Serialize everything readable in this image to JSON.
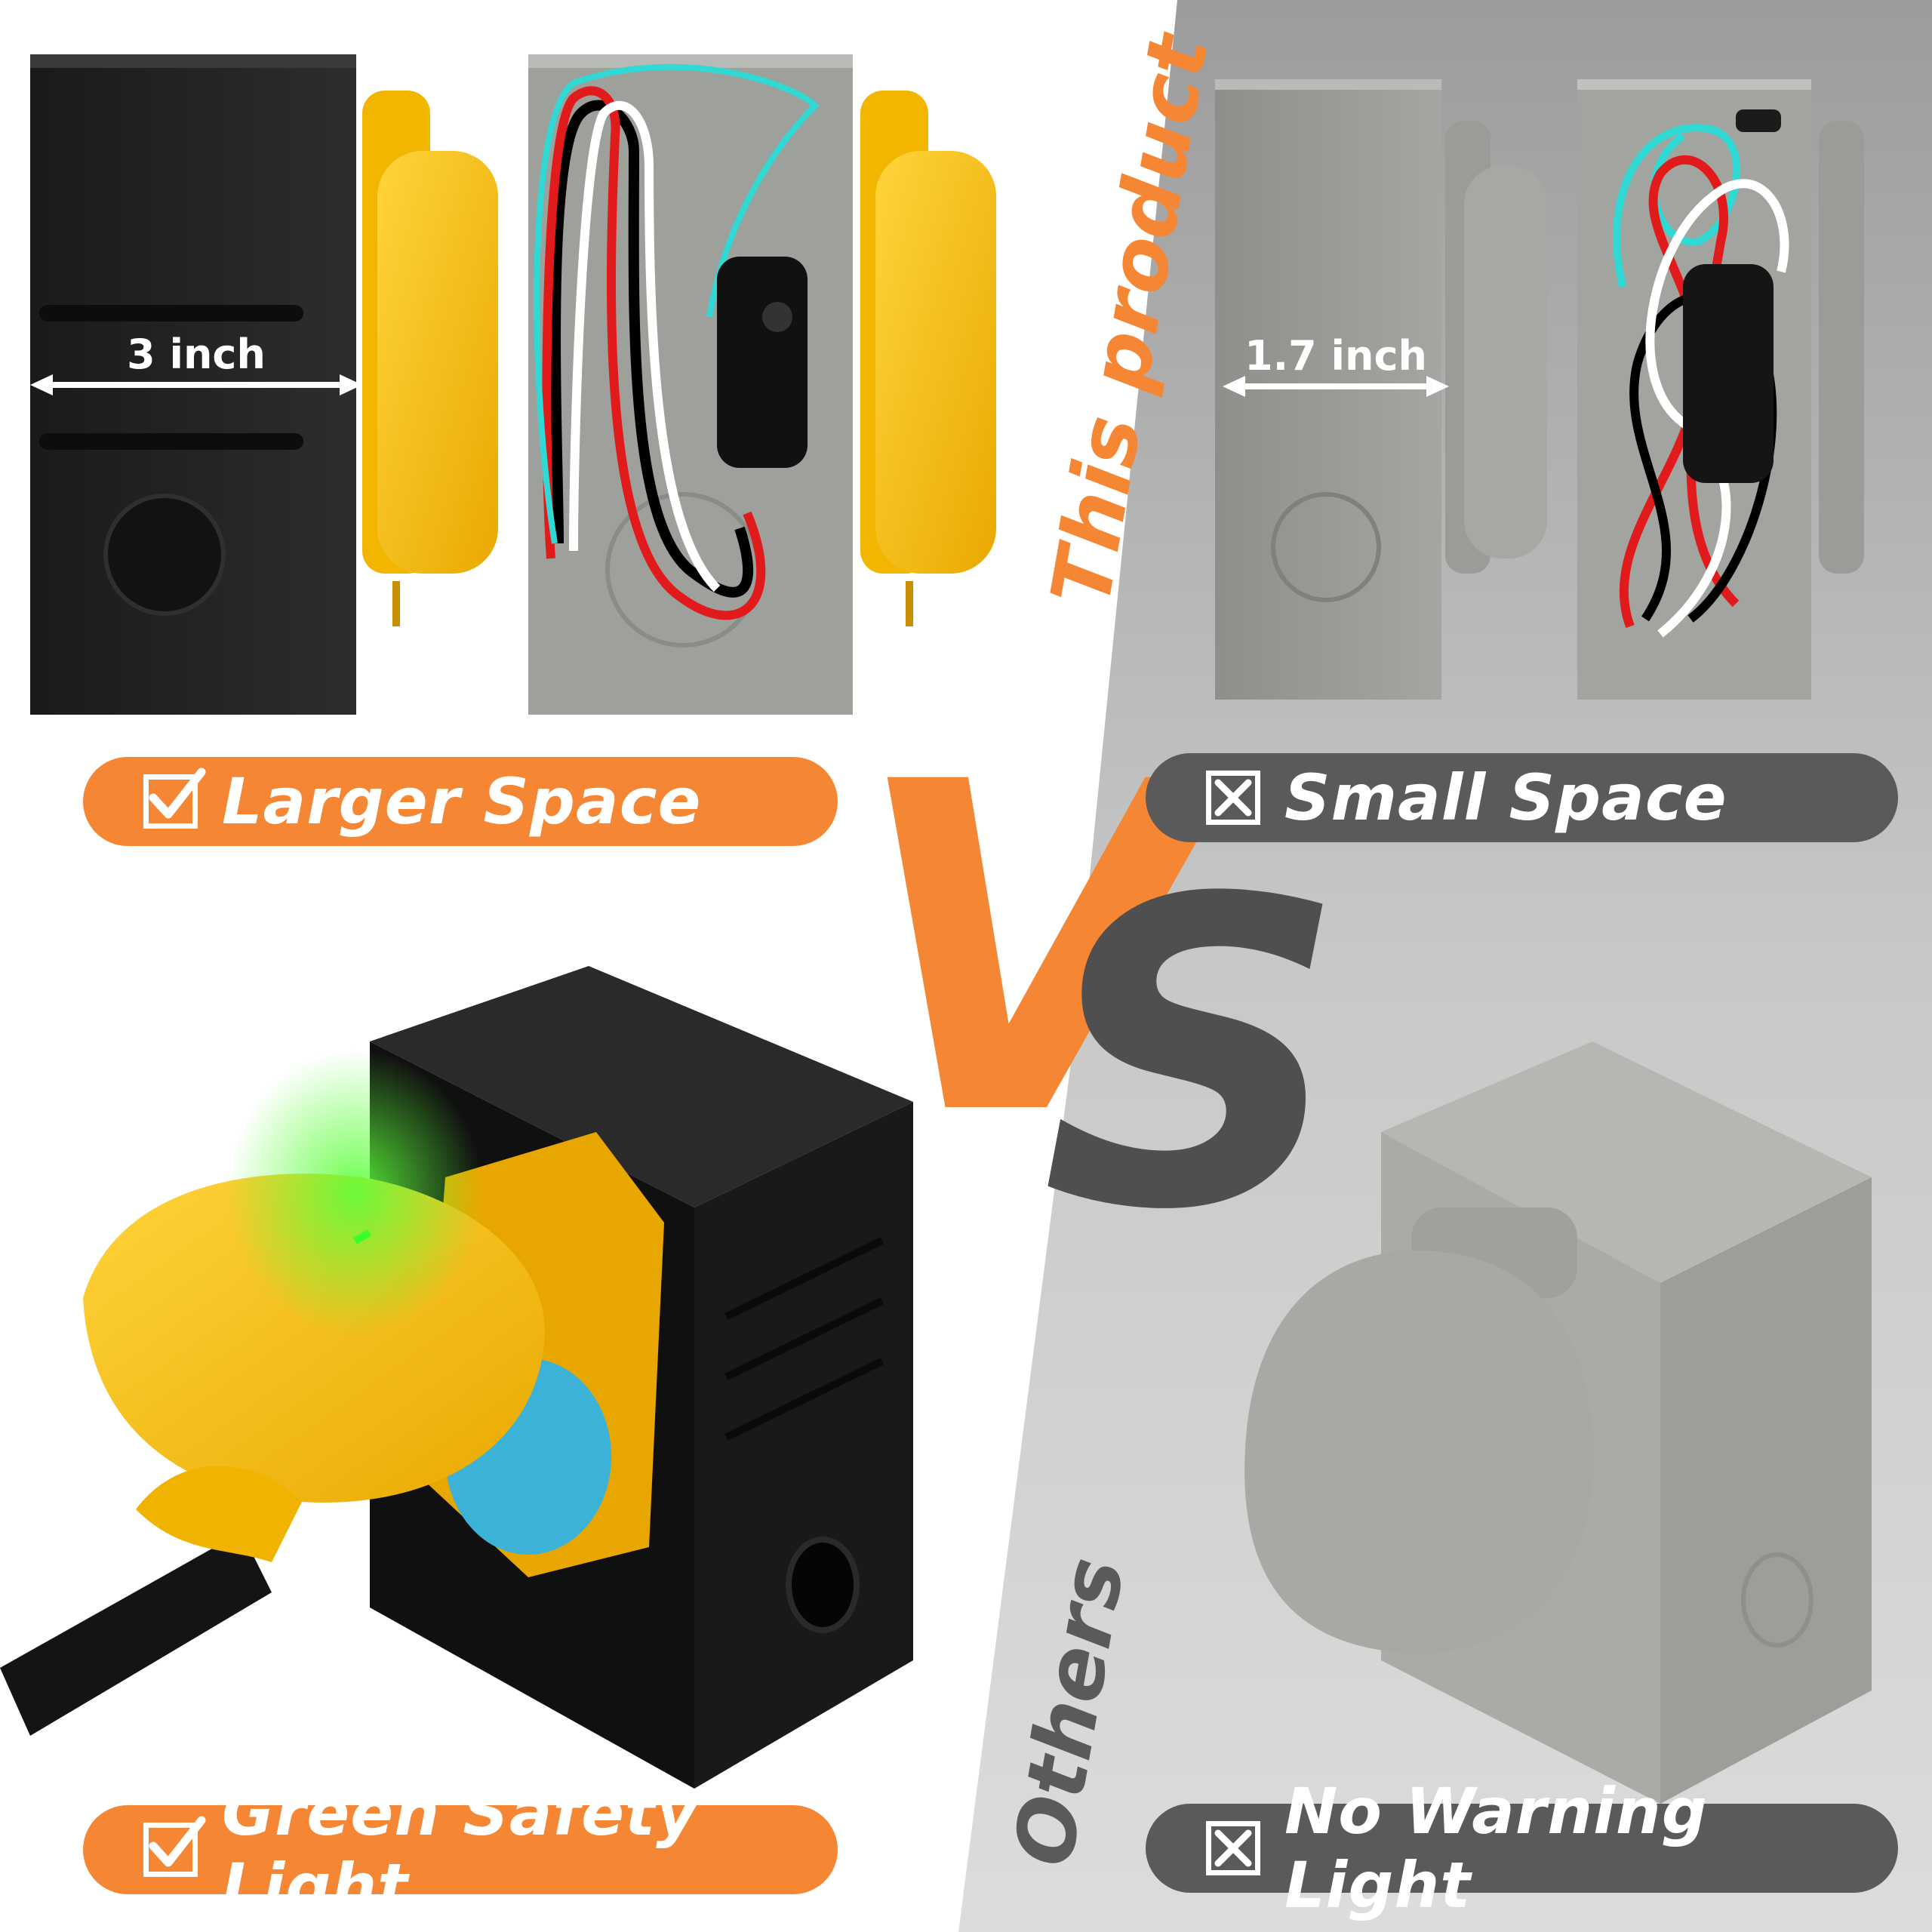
{
  "left_panel": {
    "label_rotated": "This product",
    "measurement": "3 inch",
    "badge_top": "Larger Space",
    "badge_bottom": "Green Safety Light",
    "accent_color": "#f58634"
  },
  "right_panel": {
    "label_rotated": "Others",
    "measurement": "1.7 inch",
    "badge_top": "Small Space",
    "badge_bottom": "No Warning Light",
    "badge_color": "#5a5a5a"
  },
  "center": {
    "v_letter": "V",
    "s_letter": "S"
  },
  "icons": {
    "check": "check-box-icon",
    "cross": "cross-box-icon"
  }
}
